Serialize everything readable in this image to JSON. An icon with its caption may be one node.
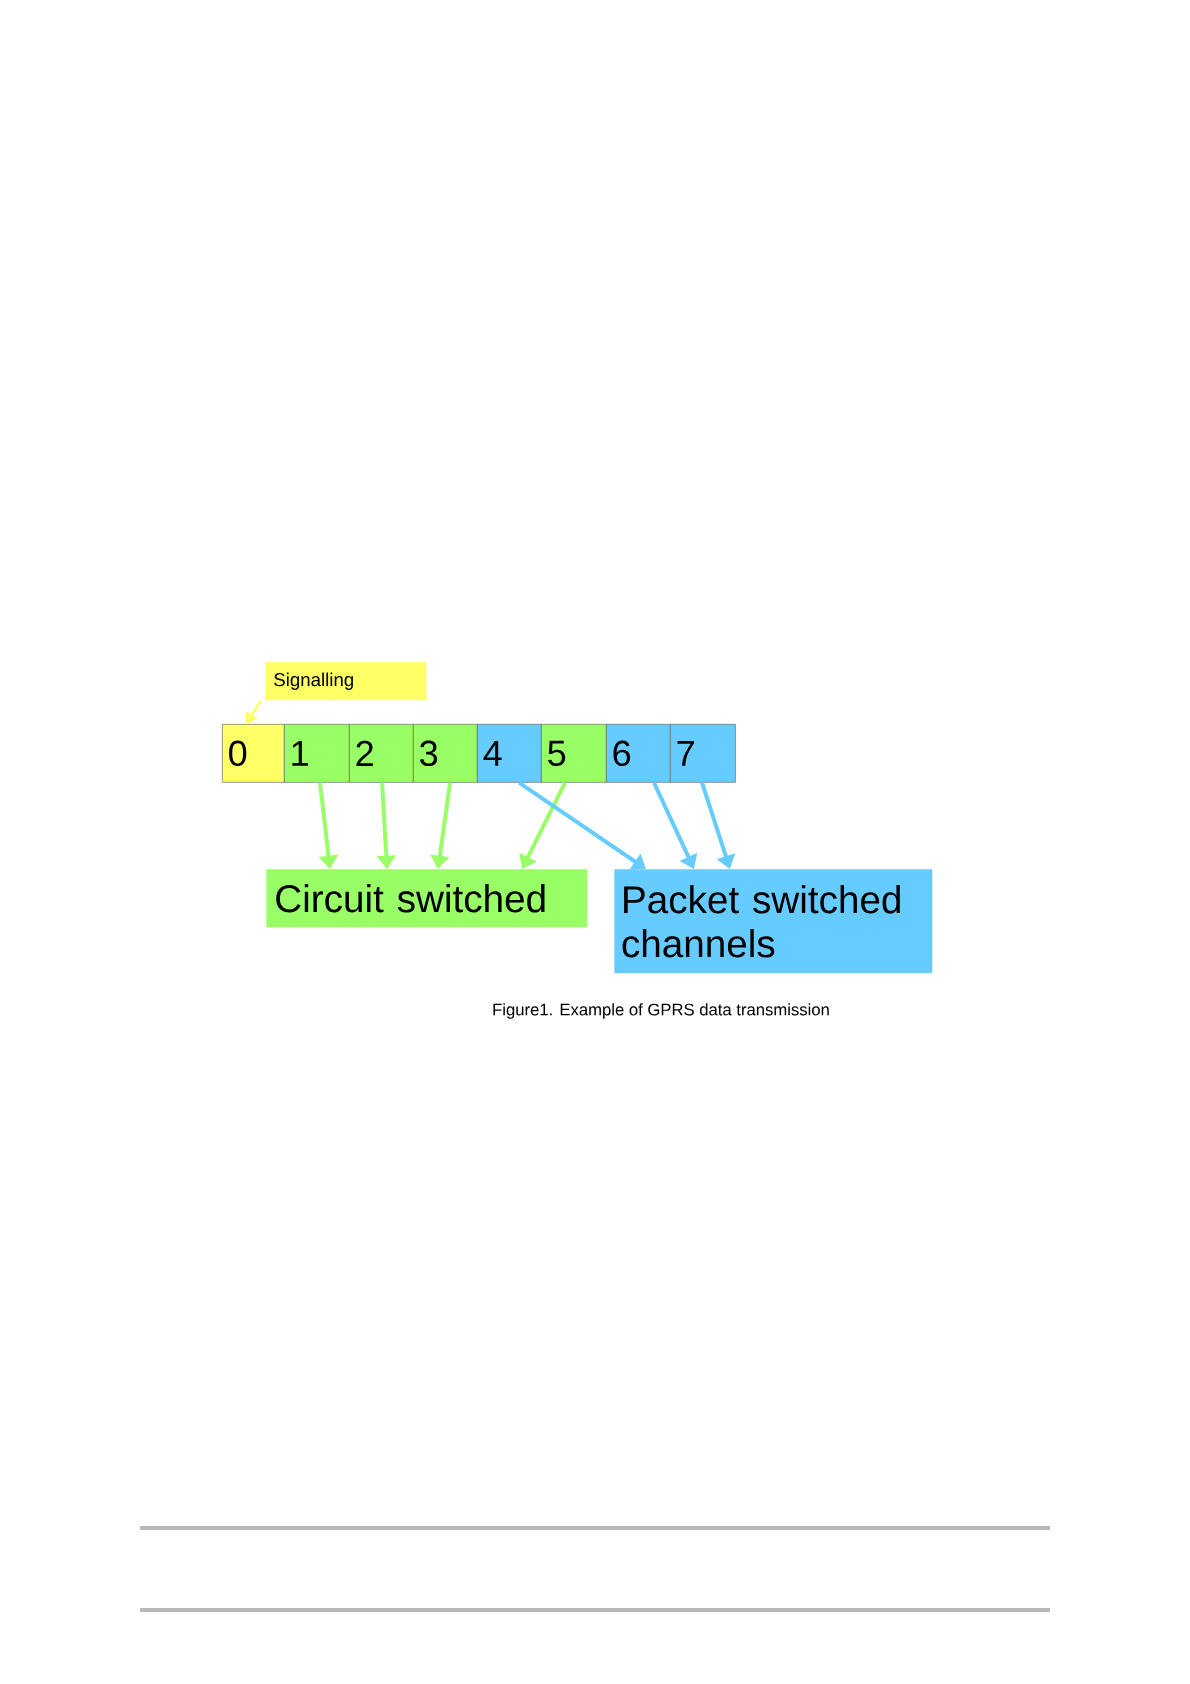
{
  "diagram": {
    "caption": "Figure1. Example of GPRS data transmission",
    "nodes": [
      {
        "text": [
          "Signalling"
        ]
      },
      {
        "text": [
          "0"
        ]
      },
      {
        "text": [
          "1"
        ]
      },
      {
        "text": [
          "2"
        ]
      },
      {
        "text": [
          "3"
        ]
      },
      {
        "text": [
          "4"
        ]
      },
      {
        "text": [
          "5"
        ]
      },
      {
        "text": [
          "6"
        ]
      },
      {
        "text": [
          "7"
        ]
      },
      {
        "text": [
          "Circuit switched"
        ]
      },
      {
        "text": [
          "Packet switched channels"
        ]
      }
    ],
    "edges": [
      {
        "from": 0,
        "to": 1,
        "arrow": "to",
        "color": "#ffff66"
      },
      {
        "from": 2,
        "to": 9,
        "arrow": "to"
      },
      {
        "from": 3,
        "to": 9,
        "arrow": "to"
      },
      {
        "from": 4,
        "to": 9,
        "arrow": "to"
      },
      {
        "from": 6,
        "to": 9,
        "arrow": "to"
      },
      {
        "from": 5,
        "to": 10,
        "arrow": "to",
        "color": "#66ccff"
      },
      {
        "from": 7,
        "to": 10,
        "arrow": "to",
        "color": "#66ccff"
      },
      {
        "from": 8,
        "to": 10,
        "arrow": "to",
        "color": "#66ccff"
      }
    ]
  }
}
